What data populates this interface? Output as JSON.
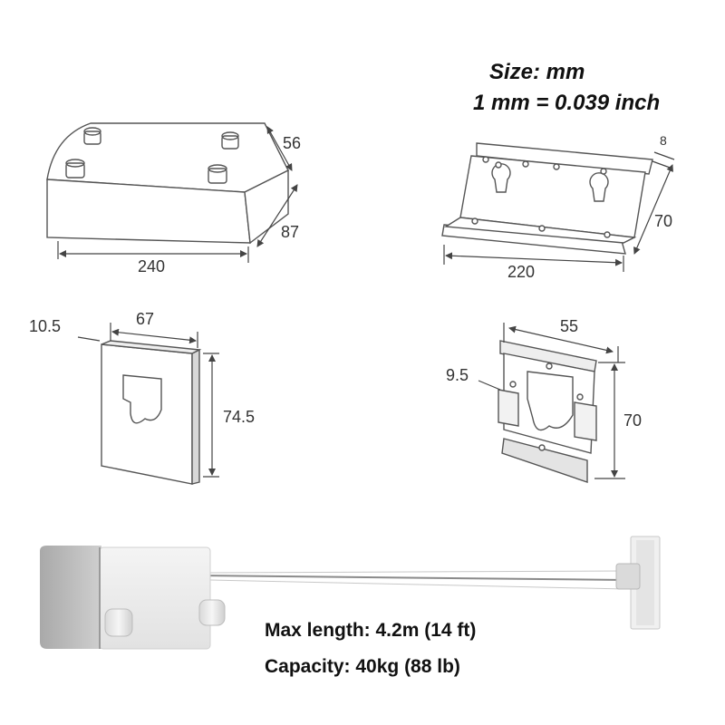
{
  "header": {
    "size_unit": "Size: mm",
    "conversion": "1 mm = 0.039 inch"
  },
  "dimensions": {
    "box_length": "240",
    "box_height": "56",
    "box_depth": "87",
    "plate_length": "220",
    "plate_height": "70",
    "plate_thickness": "8",
    "hook_width": "67",
    "hook_height": "74.5",
    "hook_thickness": "10.5",
    "clip_width": "55",
    "clip_height": "70",
    "clip_thickness": "9.5"
  },
  "specs": {
    "max_length": "Max length: 4.2m (14 ft)",
    "capacity": "Capacity: 40kg (88 lb)"
  }
}
